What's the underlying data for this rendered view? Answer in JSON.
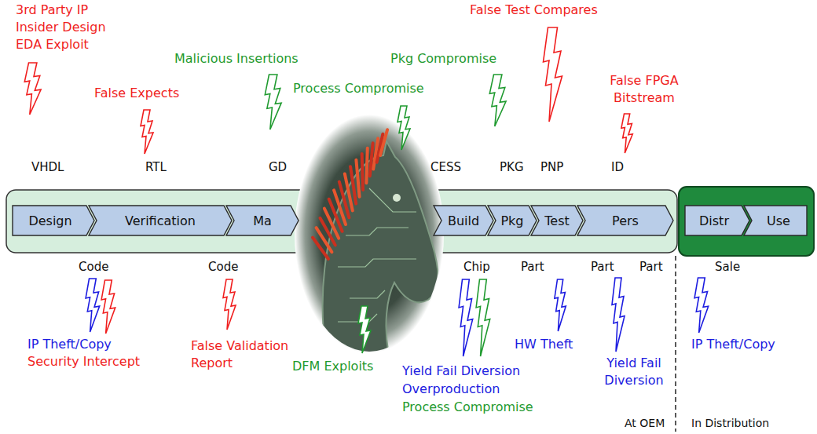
{
  "diagram": {
    "nodes": [
      {
        "text": [
          "Design"
        ]
      },
      {
        "text": [
          "Verification"
        ]
      },
      {
        "text": [
          "Ma"
        ]
      },
      {
        "text": [
          "Build"
        ]
      },
      {
        "text": [
          "Pkg"
        ]
      },
      {
        "text": [
          "Test"
        ]
      },
      {
        "text": [
          "Pers"
        ]
      },
      {
        "text": [
          "Distr"
        ]
      },
      {
        "text": [
          "Use"
        ]
      }
    ],
    "labels": [
      "3rd Party IP",
      "Insider Design",
      "EDA Exploit",
      "False Test Compares",
      "Malicious Insertions",
      "Pkg Compromise",
      "False FPGA Bitstream",
      "Process Compromise",
      "False Expects",
      "VHDL",
      "RTL",
      "GD",
      "CESS",
      "PKG",
      "PNP",
      "ID",
      "Code",
      "Code",
      "Chip",
      "Part",
      "Part",
      "Part",
      "Sale",
      "IP Theft/Copy",
      "Security Intercept",
      "False Validation Report",
      "DFM Exploits",
      "Yield Fail Diversion",
      "Overproduction",
      "Process Compromise",
      "HW Theft",
      "Yield Fail Diversion",
      "IP Theft/Copy",
      "At OEM",
      "In Distribution"
    ]
  }
}
